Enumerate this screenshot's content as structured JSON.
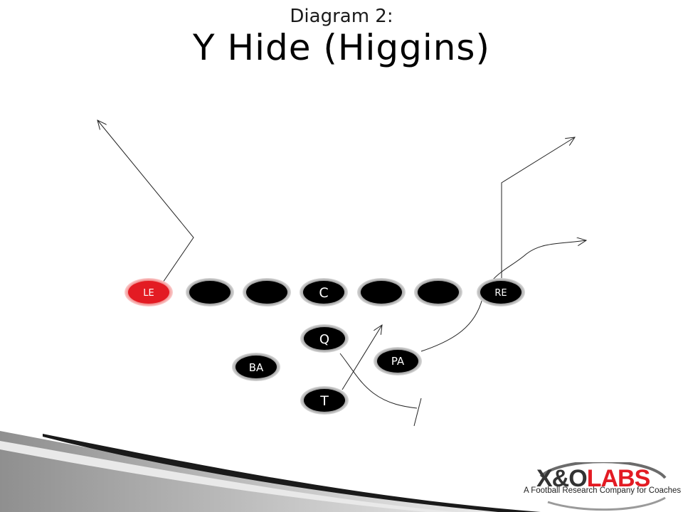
{
  "header": {
    "subtitle": "Diagram 2:",
    "title": "Y Hide (Higgins)"
  },
  "players": {
    "le": "LE",
    "c": "C",
    "re": "RE",
    "q": "Q",
    "ba": "BA",
    "pa": "PA",
    "t": "T"
  },
  "brand": {
    "main_prefix": "X&O",
    "main_suffix": "LABS",
    "tagline": "A Football Research Company for Coaches"
  },
  "colors": {
    "highlight": "#e31b23",
    "player_fill": "#000000",
    "route": "#222222"
  }
}
